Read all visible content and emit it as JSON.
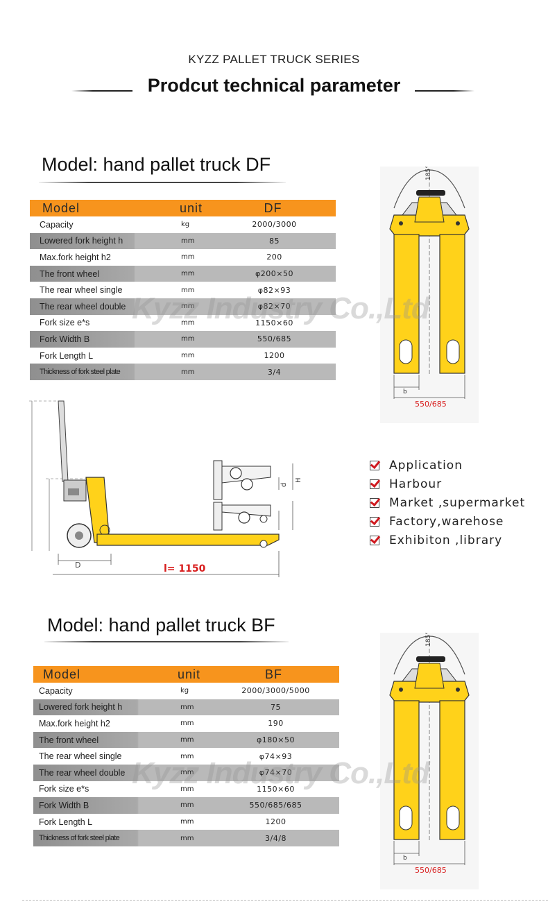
{
  "header": {
    "series": "KYZZ PALLET TRUCK SERIES",
    "title": "Prodcut technical parameter"
  },
  "df": {
    "title": "Model: hand pallet truck DF",
    "head": {
      "c1": "Model",
      "c2": "unit",
      "c3": "DF"
    },
    "rows": [
      {
        "label": "Capacity",
        "unit": "kg",
        "value": "2000/3000"
      },
      {
        "label": "Lowered fork height  h",
        "unit": "mm",
        "value": "85"
      },
      {
        "label": "Max.fork height  h2",
        "unit": "mm",
        "value": "200"
      },
      {
        "label": "The front wheel",
        "unit": "mm",
        "value": "φ200×50"
      },
      {
        "label": "The rear wheel  single",
        "unit": "mm",
        "value": "φ82×93"
      },
      {
        "label": "The rear wheel  double",
        "unit": "mm",
        "value": "φ82×70"
      },
      {
        "label": "Fork size e*s",
        "unit": "mm",
        "value": "1150×60"
      },
      {
        "label": "Fork Width   B",
        "unit": "mm",
        "value": "550/685"
      },
      {
        "label": "Fork Length  L",
        "unit": "mm",
        "value": "1200"
      },
      {
        "label": "Thickness of fork steel plate",
        "unit": "mm",
        "value": "3/4"
      }
    ]
  },
  "bf": {
    "title": "Model: hand pallet truck BF",
    "head": {
      "c1": "Model",
      "c2": "unit",
      "c3": "BF"
    },
    "rows": [
      {
        "label": "Capacity",
        "unit": "kg",
        "value": "2000/3000/5000"
      },
      {
        "label": "Lowered fork height  h",
        "unit": "mm",
        "value": "75"
      },
      {
        "label": "Max.fork height  h2",
        "unit": "mm",
        "value": "190"
      },
      {
        "label": "The front wheel",
        "unit": "mm",
        "value": "φ180×50"
      },
      {
        "label": "The rear wheel  single",
        "unit": "mm",
        "value": "φ74×93"
      },
      {
        "label": "The rear wheel  double",
        "unit": "mm",
        "value": "φ74×70"
      },
      {
        "label": "Fork size e*s",
        "unit": "mm",
        "value": "1150×60"
      },
      {
        "label": "Fork Width   B",
        "unit": "mm",
        "value": "550/685/685"
      },
      {
        "label": "Fork Length  L",
        "unit": "mm",
        "value": "1200"
      },
      {
        "label": "Thickness of fork steel plate",
        "unit": "mm",
        "value": "3/4/8"
      }
    ]
  },
  "watermark": "Kyzz Industry Co.,Ltd",
  "top_view": {
    "angle": "185°",
    "width_label": "550/685",
    "b_label": "b"
  },
  "side_view": {
    "length_label": "l= 1150",
    "d_label": "D",
    "h_label": "H",
    "small_d_label": "d"
  },
  "applications": [
    "Application",
    "Harbour",
    "Market ,supermarket",
    "Factory,warehose",
    "Exhibiton ,library"
  ],
  "colors": {
    "orange": "#f7941d",
    "yellow": "#ffd21a",
    "check": "#d0191f"
  }
}
